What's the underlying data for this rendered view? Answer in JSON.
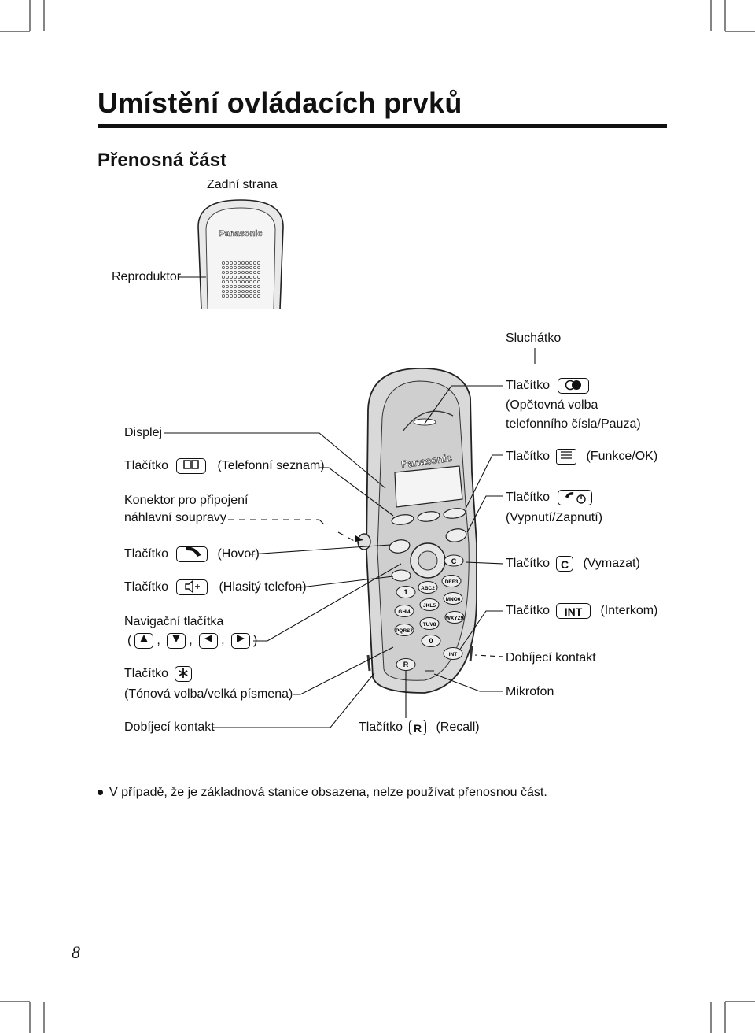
{
  "title": "Umístění  ovládacích  prvků",
  "subtitle": "Přenosná  část",
  "back_side_caption": "Zadní strana",
  "back_brand": "Panasonic",
  "labels": {
    "reproduktor": "Reproduktor",
    "sluchatko": "Sluchátko",
    "displej": "Displej",
    "tlacitko": "Tlačítko",
    "telefonni_seznam": "(Telefonní seznam)",
    "konektor_1": "Konektor  pro  připojení",
    "konektor_2": "náhlavní  soupravy",
    "hovor": "(Hovor)",
    "hlasity": "(Hlasitý  telefon)",
    "navigacni": "Navigační  tlačítka",
    "tonova": "(Tónová  volba/velká  písmena)",
    "dobijeci_left": "Dobíjecí  kontakt",
    "recall": "(Recall)",
    "recall_key": "R",
    "opetovna_1": "(Opětovná  volba",
    "opetovna_2": "telefonního  čísla/Pauza)",
    "funkce": "(Funkce/OK)",
    "vypnuti": "(Vypnutí/Zapnutí)",
    "vymazat": "(Vymazat)",
    "vymazat_key": "C",
    "interkom": "(Interkom)",
    "interkom_key": "INT",
    "dobijeci_right": "Dobíjecí  kontakt",
    "mikrofon": "Mikrofon"
  },
  "phone": {
    "brand": "Panasonic",
    "keys": [
      "1",
      "ABC2",
      "DEF3",
      "GHI4",
      "JKL5",
      "MNO6",
      "PQRS7",
      "TUV8",
      "WXYZ9",
      "0",
      "INT",
      "R",
      "C"
    ]
  },
  "note": "V  případě,  že  je  základnová  stanice  obsazena,  nelze  používat  přenosnou  část.",
  "page_number": "8"
}
